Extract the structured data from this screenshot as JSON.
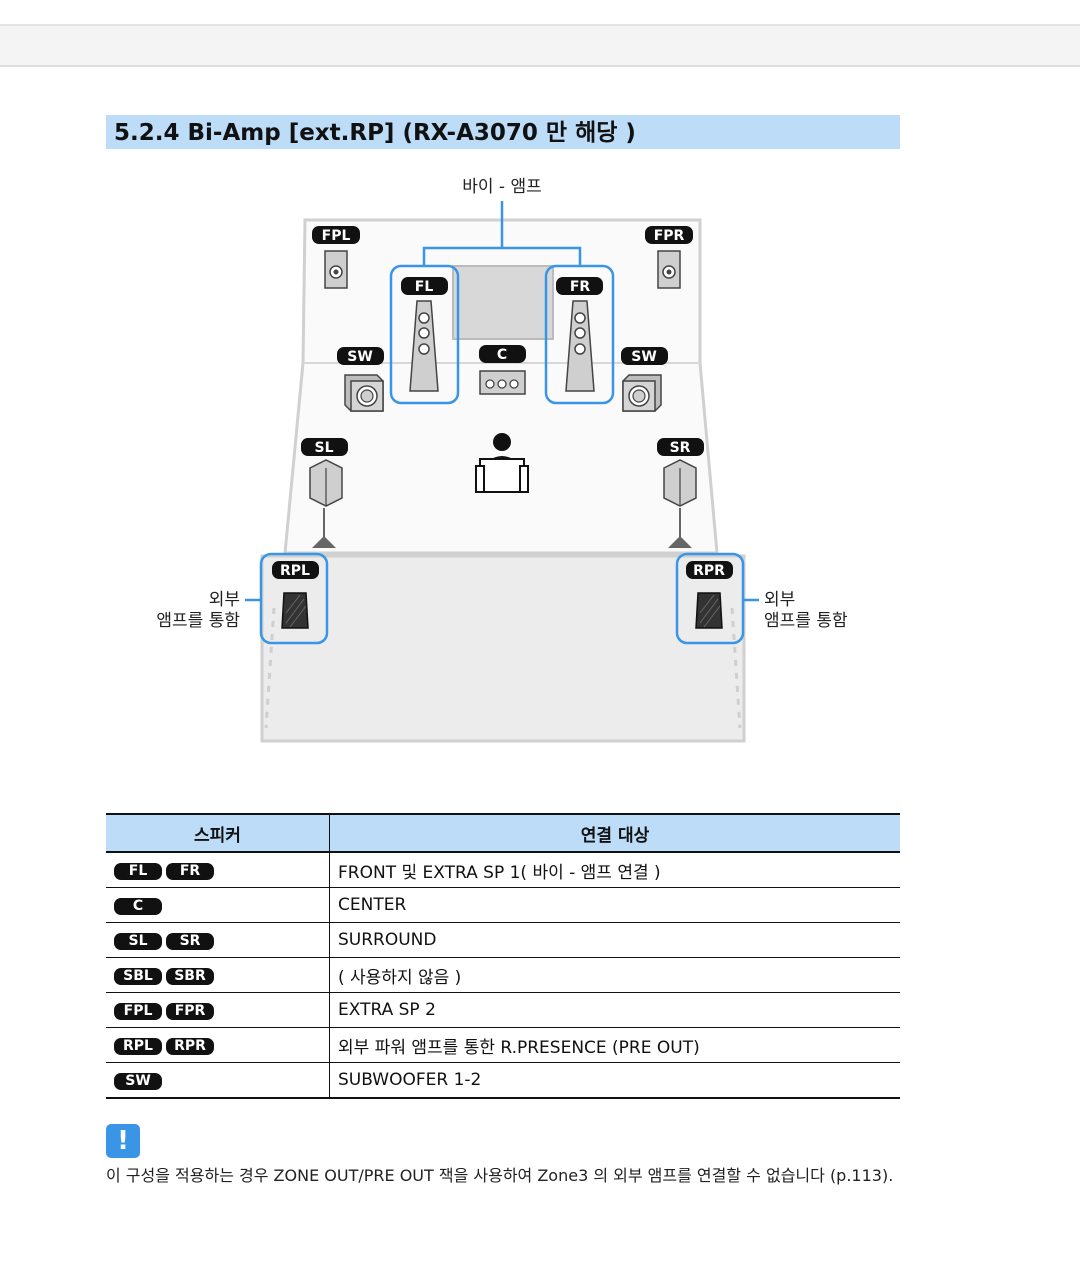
{
  "heading": "5.2.4 Bi-Amp [ext.RP] (RX-A3070 만 해당 )",
  "diagram": {
    "biamp_label": "바이 - 앰프",
    "ext_amp_label_line1": "외부",
    "ext_amp_label_line2": "앰프를 통함",
    "speakers": {
      "fpl": "FPL",
      "fpr": "FPR",
      "fl": "FL",
      "fr": "FR",
      "c": "C",
      "swl": "SW",
      "swr": "SW",
      "sl": "SL",
      "sr": "SR",
      "rpl": "RPL",
      "rpr": "RPR"
    }
  },
  "table": {
    "headers": [
      "스피커",
      "연결 대상"
    ],
    "rows": [
      {
        "tags": [
          "FL",
          "FR"
        ],
        "target": "FRONT 및 EXTRA SP 1( 바이 - 앰프 연결 )"
      },
      {
        "tags": [
          "C"
        ],
        "target": "CENTER"
      },
      {
        "tags": [
          "SL",
          "SR"
        ],
        "target": "SURROUND"
      },
      {
        "tags": [
          "SBL",
          "SBR"
        ],
        "target": "( 사용하지 않음 )"
      },
      {
        "tags": [
          "FPL",
          "FPR"
        ],
        "target": "EXTRA SP 2"
      },
      {
        "tags": [
          "RPL",
          "RPR"
        ],
        "target": "외부 파워 앰프를 통한 R.PRESENCE (PRE OUT)"
      },
      {
        "tags": [
          "SW"
        ],
        "target": "SUBWOOFER 1-2"
      }
    ]
  },
  "note": {
    "icon": "!",
    "text": "이 구성을 적용하는 경우 ZONE OUT/PRE OUT 잭을 사용하여 Zone3 의 외부 앰프를 연결할 수 없습니다 (p.113)."
  },
  "colors": {
    "accent_blue": "#3a95e6",
    "header_bg": "#bcdcf8"
  }
}
